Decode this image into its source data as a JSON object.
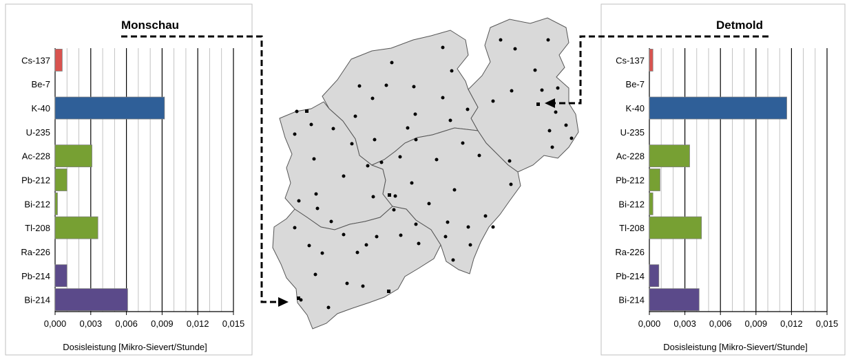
{
  "charts": [
    {
      "title": "Monschau",
      "xlabel": "Dosisleistung  [Mikro-Sievert/Stunde]"
    },
    {
      "title": "Detmold",
      "xlabel": "Dosisleistung  [Mikro-Sievert/Stunde]"
    }
  ],
  "colors": {
    "Cs": "#d9534f",
    "K": "#2f5f98",
    "Th": "#77a033",
    "Ra": "#5b4a8a",
    "map_fill": "#d9d9d9",
    "map_stroke": "#555555"
  },
  "chart_data": [
    {
      "type": "bar",
      "orientation": "horizontal",
      "title": "Monschau",
      "xlabel": "Dosisleistung  [Mikro-Sievert/Stunde]",
      "categories": [
        "Cs-137",
        "Be-7",
        "K-40",
        "U-235",
        "Ac-228",
        "Pb-212",
        "Bi-212",
        "Tl-208",
        "Ra-226",
        "Pb-214",
        "Bi-214"
      ],
      "values": [
        0.0006,
        0,
        0.0092,
        0,
        0.0031,
        0.001,
        0.0002,
        0.0036,
        0,
        0.001,
        0.0061
      ],
      "bar_colors": [
        "#d9534f",
        "#d9534f",
        "#2f5f98",
        "#2f5f98",
        "#77a033",
        "#77a033",
        "#77a033",
        "#77a033",
        "#5b4a8a",
        "#5b4a8a",
        "#5b4a8a"
      ],
      "xlim": [
        0,
        0.015
      ],
      "xticks": [
        "0,000",
        "0,003",
        "0,006",
        "0,009",
        "0,012",
        "0,015"
      ],
      "grid": true
    },
    {
      "type": "bar",
      "orientation": "horizontal",
      "title": "Detmold",
      "xlabel": "Dosisleistung  [Mikro-Sievert/Stunde]",
      "categories": [
        "Cs-137",
        "Be-7",
        "K-40",
        "U-235",
        "Ac-228",
        "Pb-212",
        "Bi-212",
        "Tl-208",
        "Ra-226",
        "Pb-214",
        "Bi-214"
      ],
      "values": [
        0.0003,
        0,
        0.0116,
        0,
        0.0034,
        0.0009,
        0.0003,
        0.0044,
        0,
        0.0008,
        0.0042
      ],
      "bar_colors": [
        "#d9534f",
        "#d9534f",
        "#2f5f98",
        "#2f5f98",
        "#77a033",
        "#77a033",
        "#77a033",
        "#77a033",
        "#5b4a8a",
        "#5b4a8a",
        "#5b4a8a"
      ],
      "xlim": [
        0,
        0.015
      ],
      "xticks": [
        "0,000",
        "0,003",
        "0,006",
        "0,009",
        "0,012",
        "0,015"
      ],
      "grid": true
    }
  ]
}
